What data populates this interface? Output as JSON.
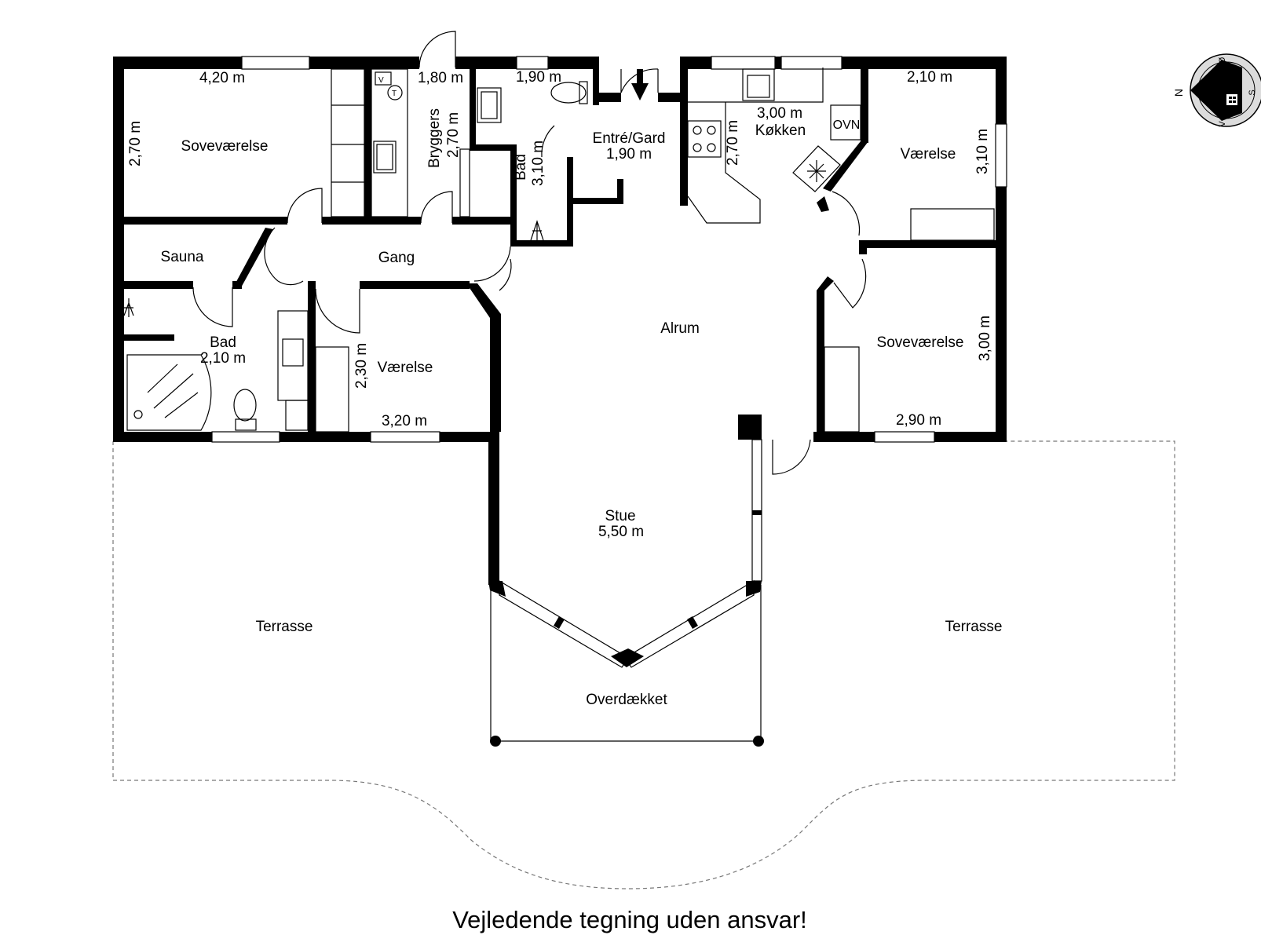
{
  "rooms": {
    "sovevaerelse_1": "Soveværelse",
    "bryggers": "Bryggers",
    "bad_1": "Bad",
    "entre": "Entré/Gard",
    "koekken": "Køkken",
    "ovn": "OVN",
    "vaerelse_1": "Værelse",
    "sauna": "Sauna",
    "gang": "Gang",
    "bad_2": "Bad",
    "vaerelse_2": "Værelse",
    "alrum": "Alrum",
    "sovevaerelse_2": "Soveværelse",
    "stue": "Stue",
    "terrasse_left": "Terrasse",
    "terrasse_right": "Terrasse",
    "overdaekket": "Overdækket"
  },
  "dimensions": {
    "sovevaerelse_1_w": "4,20 m",
    "sovevaerelse_1_h": "2,70 m",
    "bryggers_w": "1,80 m",
    "bryggers_h": "2,70 m",
    "bad_1_w": "1,90 m",
    "bad_1_h": "3,10 m",
    "entre": "1,90 m",
    "koekken_w": "3,00 m",
    "koekken_h": "2,70 m",
    "vaerelse_1_w": "2,10 m",
    "vaerelse_1_h": "3,10 m",
    "bad_2": "2,10 m",
    "vaerelse_2_w": "3,20 m",
    "vaerelse_2_h": "2,30 m",
    "sovevaerelse_2_w": "2,90 m",
    "sovevaerelse_2_h": "3,00 m",
    "stue": "5,50 m"
  },
  "fixtures": {
    "washer_mark": "V",
    "dryer_mark": "T"
  },
  "compass": {
    "north": "N",
    "east": "Ø",
    "south": "S",
    "west": "V"
  },
  "caption": "Vejledende tegning uden ansvar!"
}
